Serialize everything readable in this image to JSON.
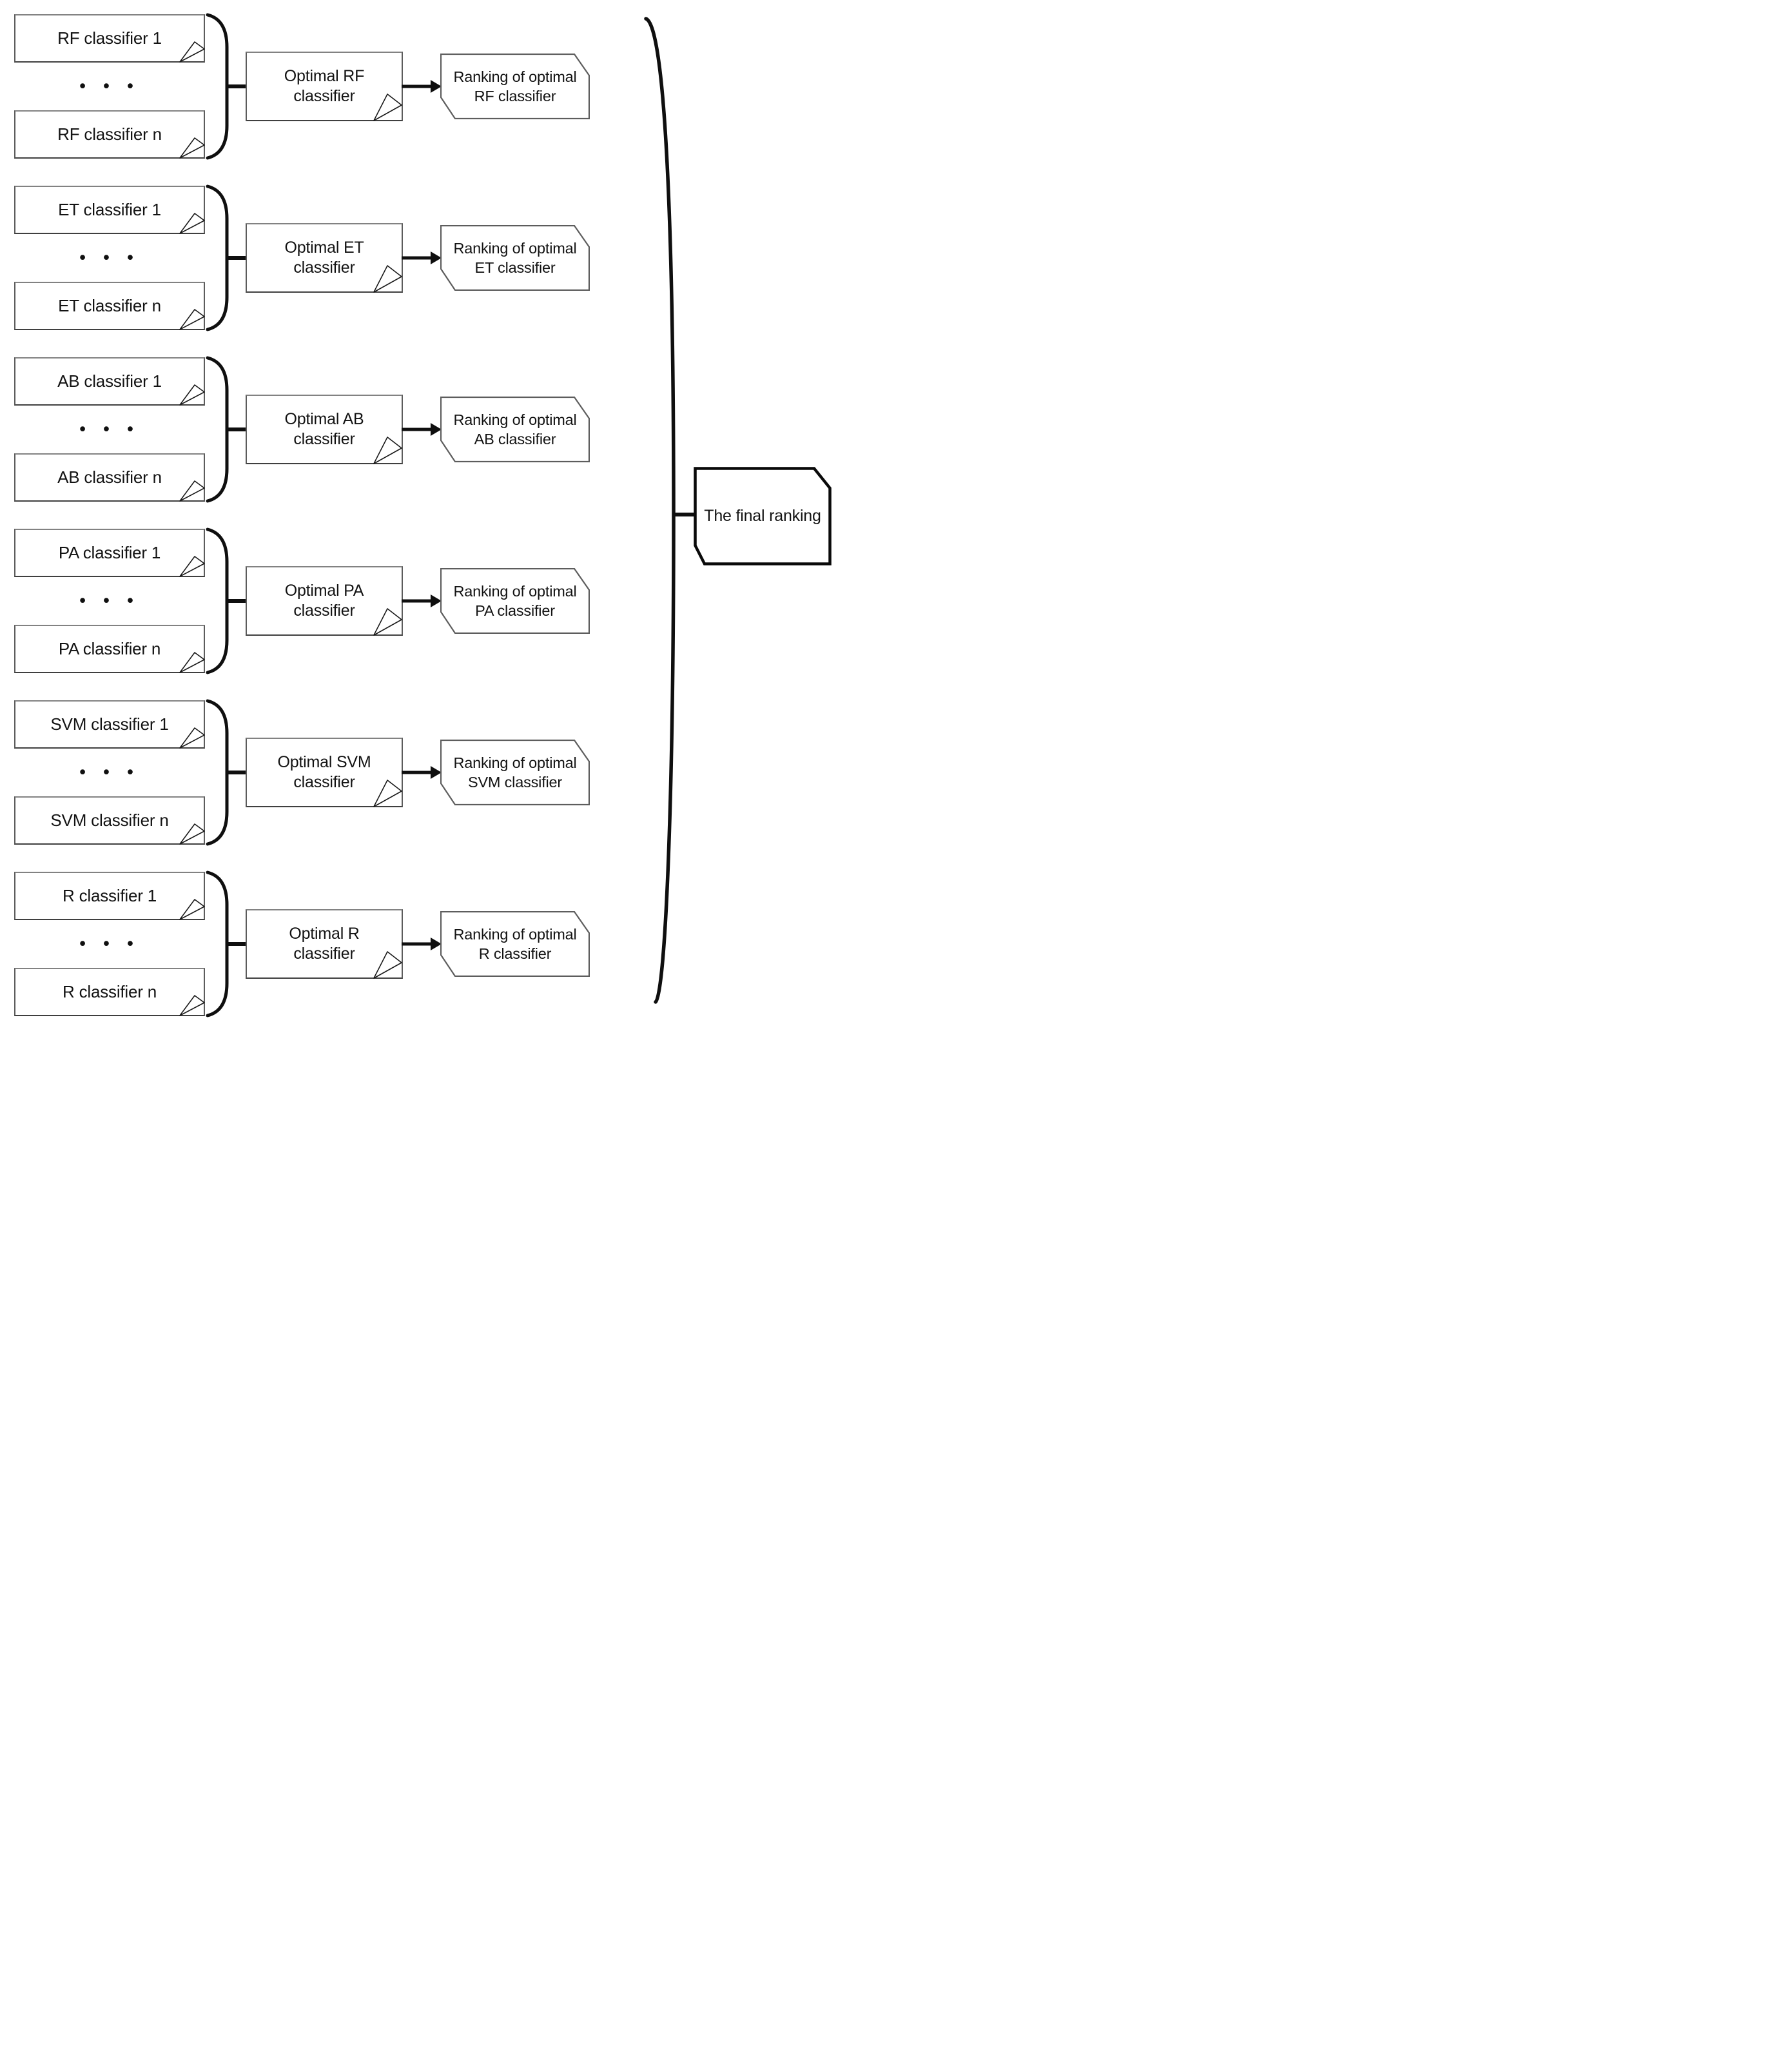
{
  "rows": [
    {
      "box1": "RF classifier 1",
      "boxn": "RF classifier n",
      "ellipsis": "• • •",
      "optimal": "Optimal RF classifier",
      "ranking": "Ranking of optimal RF classifier"
    },
    {
      "box1": "ET classifier 1",
      "boxn": "ET classifier n",
      "ellipsis": "• • •",
      "optimal": "Optimal ET classifier",
      "ranking": "Ranking of optimal ET classifier"
    },
    {
      "box1": "AB classifier 1",
      "boxn": "AB classifier n",
      "ellipsis": "• • •",
      "optimal": "Optimal AB classifier",
      "ranking": "Ranking of optimal AB classifier"
    },
    {
      "box1": "PA classifier 1",
      "boxn": "PA classifier n",
      "ellipsis": "• • •",
      "optimal": "Optimal PA classifier",
      "ranking": "Ranking of optimal PA classifier"
    },
    {
      "box1": "SVM classifier 1",
      "boxn": "SVM classifier n",
      "ellipsis": "• • •",
      "optimal": "Optimal SVM classifier",
      "ranking": "Ranking of optimal SVM classifier"
    },
    {
      "box1": "R classifier 1",
      "boxn": "R classifier n",
      "ellipsis": "• • •",
      "optimal": "Optimal R classifier",
      "ranking": "Ranking of optimal R classifier"
    }
  ],
  "final": {
    "label": "The final ranking"
  },
  "colors": {
    "background": "#ffffff",
    "box_border_gray": "#5c5c5c",
    "card_border_gray": "#5d5d5d",
    "stroke_black": "#0f0f0f",
    "text": "#131313"
  }
}
